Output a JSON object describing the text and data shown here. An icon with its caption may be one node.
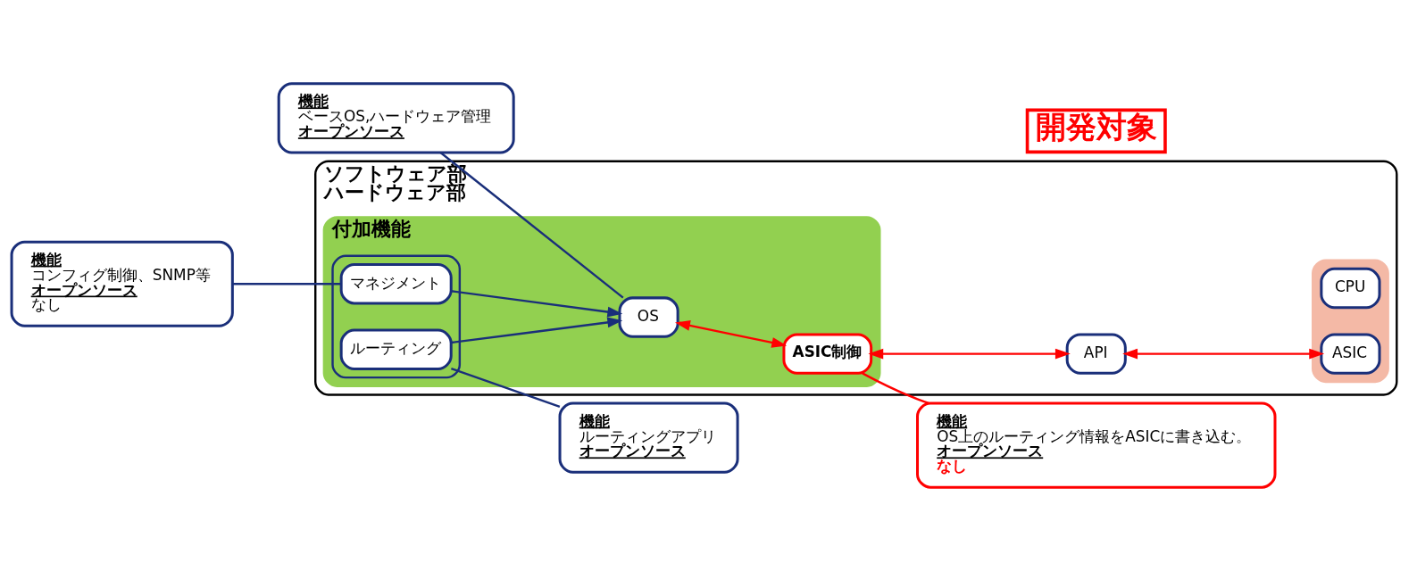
{
  "diagram": {
    "nodes": [
      {
        "text": [
          "機能",
          "コンフィグ制御、SNMP等",
          "オープンソース",
          "なし"
        ]
      },
      {
        "text": [
          "機能",
          "ベースOS,ハードウェア管理",
          "オープンソース"
        ]
      },
      {
        "text": [
          "ソフトウェア部",
          "ハードウェア部"
        ]
      },
      {
        "text": [
          "付加機能"
        ],
        "in": 2
      },
      {
        "text": [],
        "shape": "box",
        "in": 3
      },
      {
        "text": [
          "マネジメント"
        ],
        "in": 4
      },
      {
        "text": [
          "ルーティング"
        ],
        "in": 4
      },
      {
        "text": [
          "ASIC制御"
        ],
        "in": 3
      },
      {
        "text": [
          "OS"
        ],
        "in": 3
      },
      {
        "text": [
          "API"
        ],
        "in": 2
      },
      {
        "text": [],
        "shape": "box",
        "in": 2
      },
      {
        "text": [
          "CPU"
        ],
        "in": 10
      },
      {
        "text": [
          "ASIC"
        ],
        "in": 10
      },
      {
        "text": [
          "機能",
          "ルーティングアプリ",
          "オープンソース"
        ]
      },
      {
        "text": [
          "機能",
          "OS上のルーティング情報をASICに書き込む。",
          "オープンソース",
          "なし"
        ]
      },
      {
        "text": [
          "開発対象"
        ]
      }
    ],
    "edges": [
      {
        "from": 0,
        "to": 5,
        "arrow": "none"
      },
      {
        "from": 1,
        "to": 8,
        "arrow": "none"
      },
      {
        "from": 6,
        "to": 13,
        "arrow": "none"
      },
      {
        "from": 7,
        "to": 14,
        "arrow": "none",
        "color": "#ff0000"
      },
      {
        "from": 5,
        "to": 8,
        "arrow": "to"
      },
      {
        "from": 6,
        "to": 8,
        "arrow": "to"
      },
      {
        "from": 8,
        "to": 7,
        "arrow": "both",
        "color": "#ff0000"
      },
      {
        "from": 7,
        "to": 9,
        "arrow": "both",
        "color": "#ff0000"
      },
      {
        "from": 9,
        "to": 12,
        "arrow": "both",
        "color": "#ff0000"
      }
    ]
  }
}
